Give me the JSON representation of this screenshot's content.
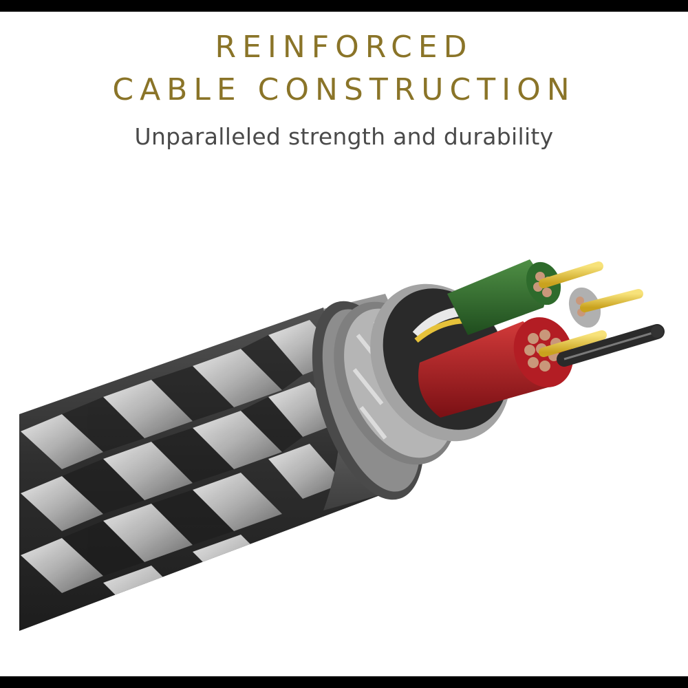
{
  "headline": {
    "line1": "REINFORCED",
    "line2": "CABLE CONSTRUCTION"
  },
  "subheadline": "Unparalleled strength and durability",
  "colors": {
    "headline": "#8a7428",
    "subheadline": "#4a4a4a",
    "background": "#ffffff",
    "border": "#000000",
    "wire_green": "#2e6b2c",
    "wire_red": "#b31d24",
    "wire_white": "#d9d9d9",
    "conductor_gold": "#e6c23a",
    "copper_strand": "#c9977a"
  }
}
